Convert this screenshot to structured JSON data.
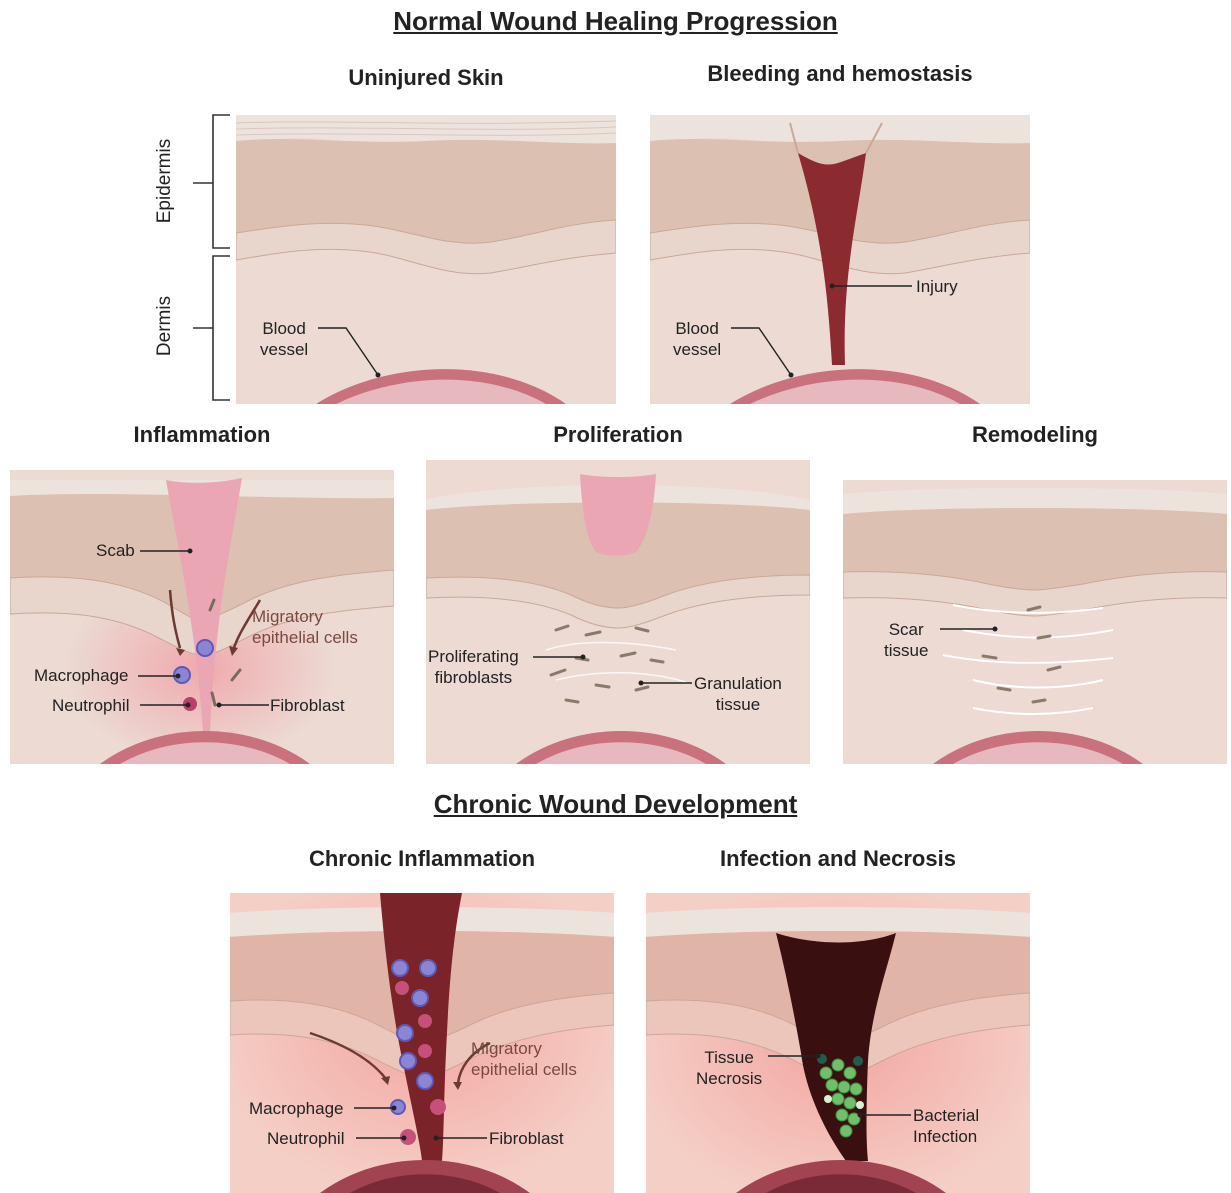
{
  "titles": {
    "normal": "Normal Wound Healing Progression",
    "chronic": "Chronic Wound Development"
  },
  "panels": {
    "uninjured": "Uninjured Skin",
    "bleeding": "Bleeding and hemostasis",
    "inflammation": "Inflammation",
    "proliferation": "Proliferation",
    "remodeling": "Remodeling",
    "chronic_inflammation": "Chronic Inflammation",
    "infection": "Infection and Necrosis"
  },
  "layers": {
    "epidermis": "Epidermis",
    "dermis": "Dermis"
  },
  "labels": {
    "blood_vessel_1": "Blood\nvessel",
    "blood_vessel_2": "Blood\nvessel",
    "injury": "Injury",
    "scab": "Scab",
    "migratory_1": "Migratory\nepithelial cells",
    "macrophage_1": "Macrophage",
    "neutrophil_1": "Neutrophil",
    "fibroblast_1": "Fibroblast",
    "prolif_fibro": "Proliferating\nfibroblasts",
    "granulation": "Granulation\ntissue",
    "scar": "Scar\ntissue",
    "migratory_2": "Migratory\nepithelial cells",
    "macrophage_2": "Macrophage",
    "neutrophil_2": "Neutrophil",
    "fibroblast_2": "Fibroblast",
    "necrosis": "Tissue\nNecrosis",
    "bacterial": "Bacterial\nInfection"
  },
  "colors": {
    "strata": "#ede3dd",
    "epidermis": "#dcc1b2",
    "dermis": "#ecdad3",
    "vessel": "#c9717d",
    "blood": "#8b2a2f",
    "scab": "#eba6b3",
    "necrosis": "#3a0f10",
    "bacteria": "#6fbf6d"
  }
}
